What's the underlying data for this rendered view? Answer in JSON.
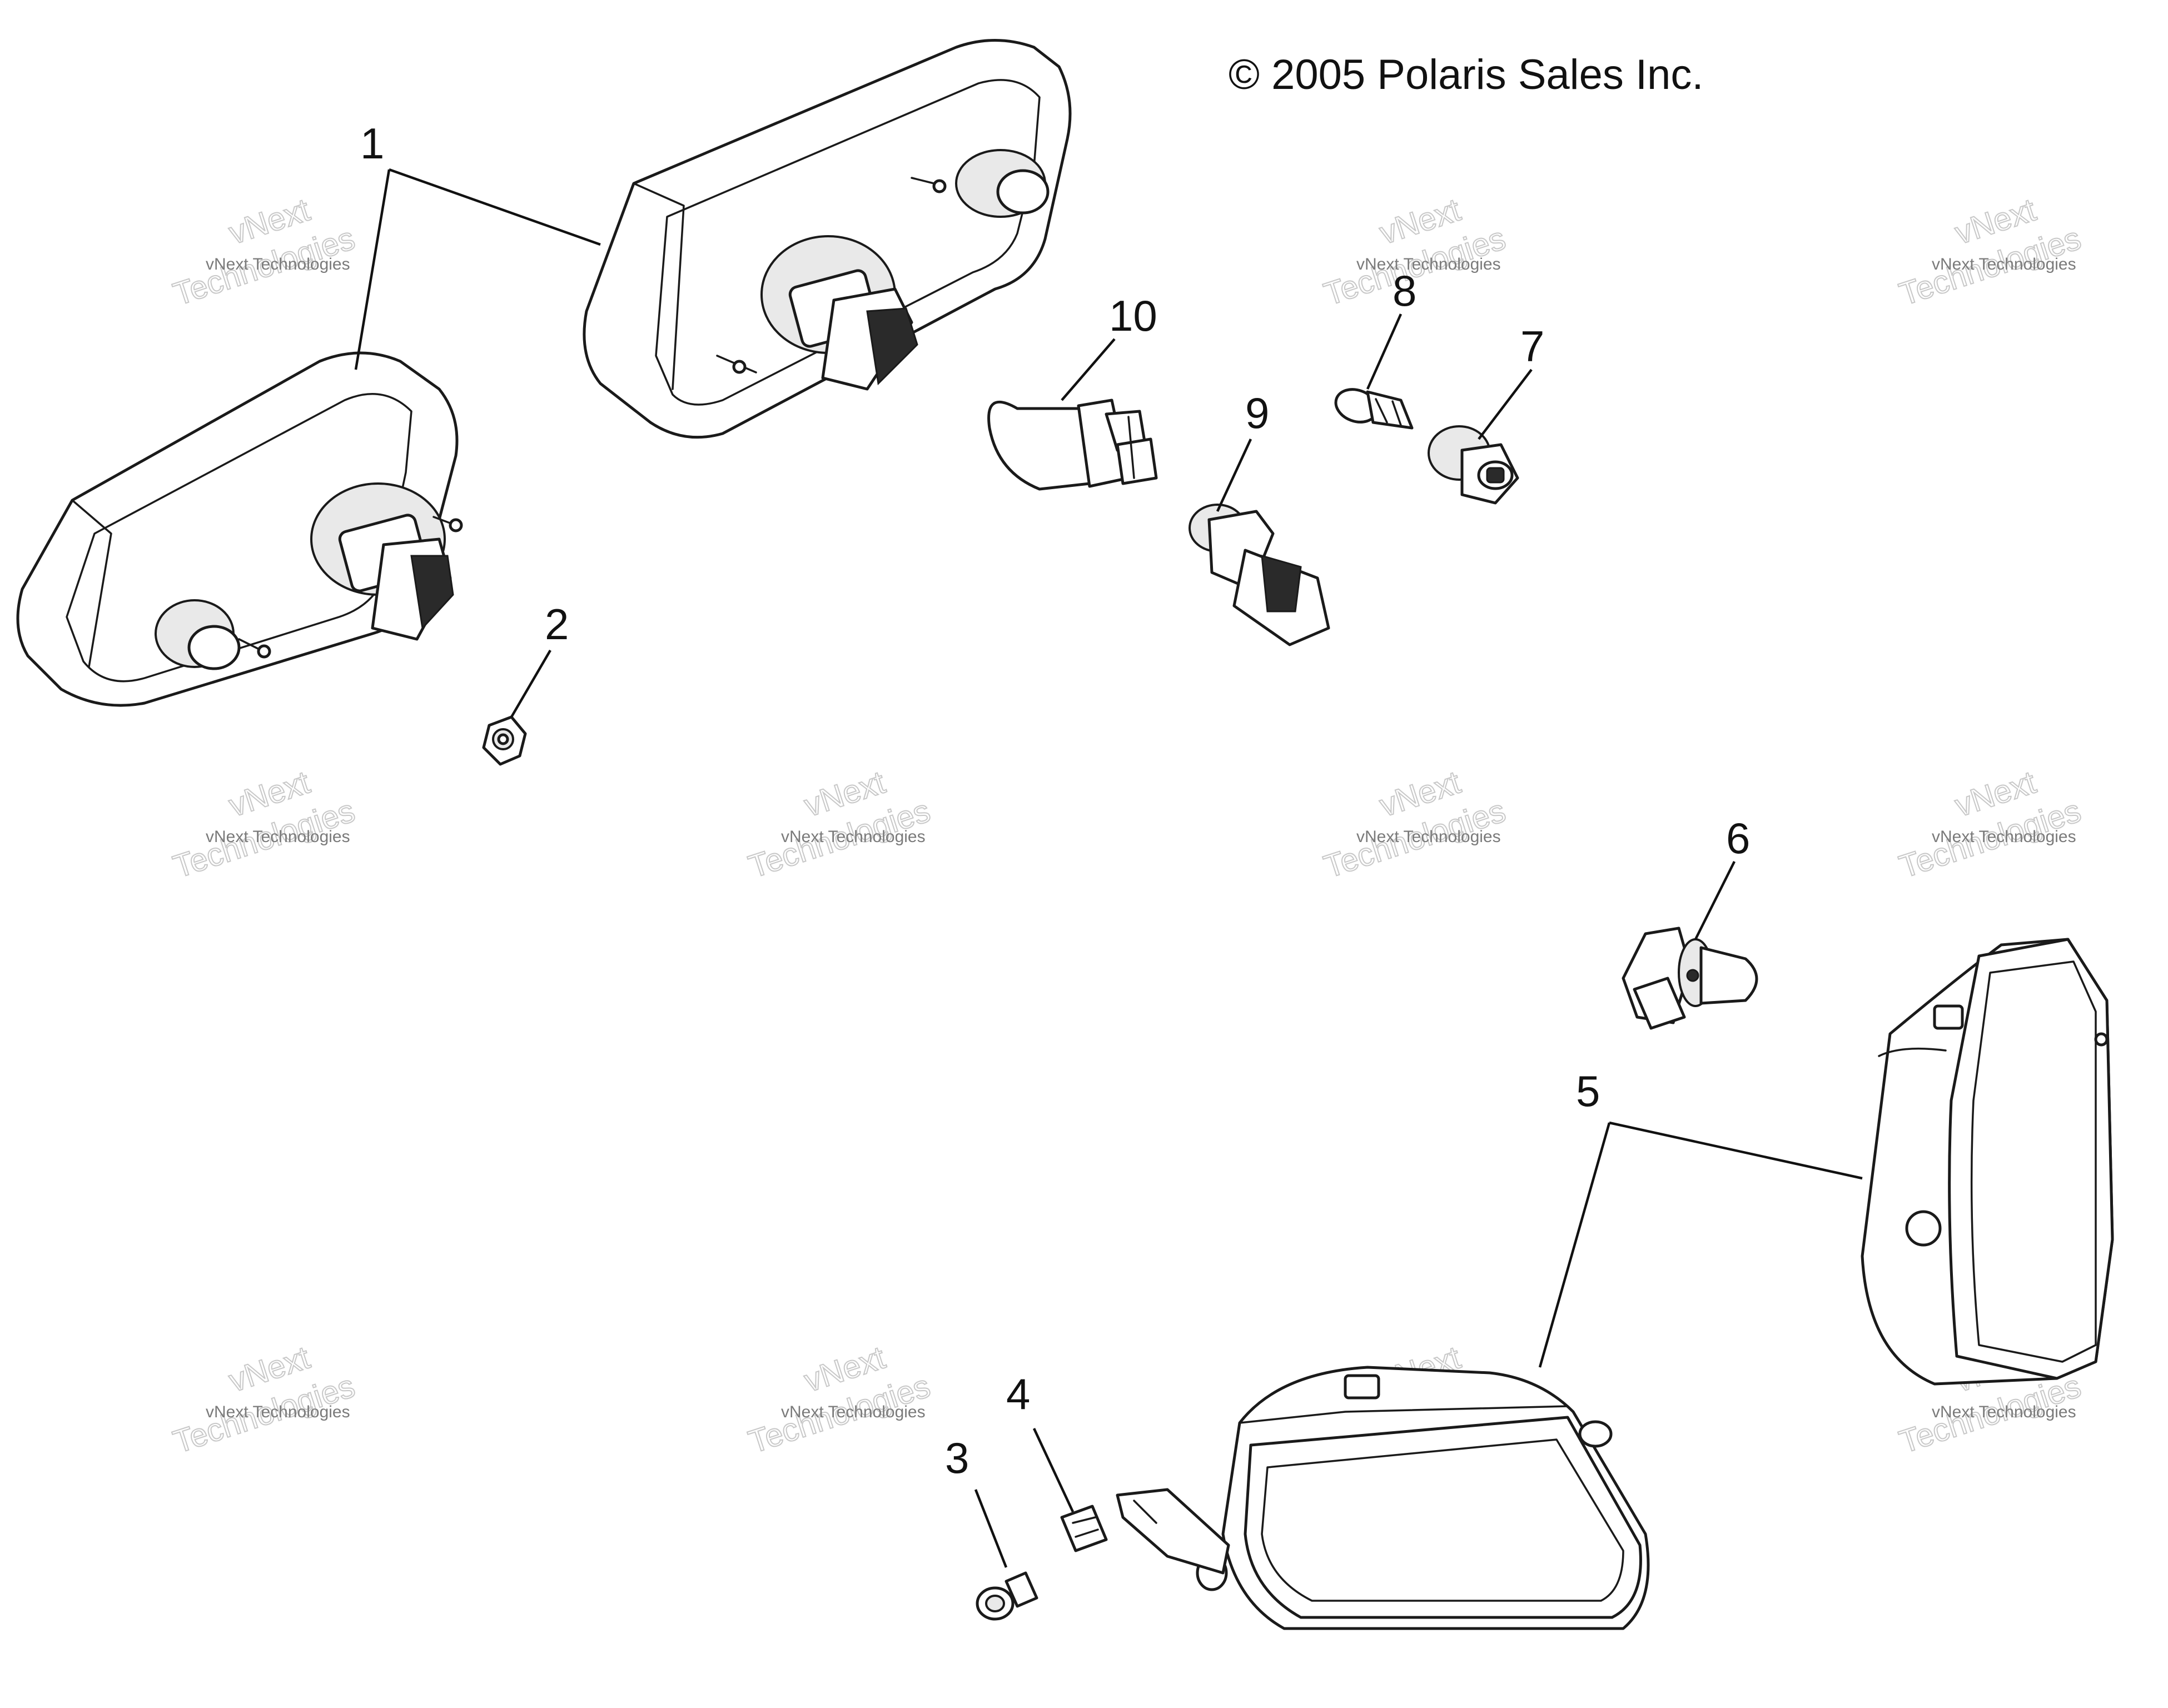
{
  "copyright": "© 2005 Polaris Sales Inc.",
  "watermark": {
    "line_small": "vNext Technologies",
    "line_big_1": "vNext",
    "line_big_2": "Technologies"
  },
  "callouts": {
    "c1": "1",
    "c2": "2",
    "c3": "3",
    "c4": "4",
    "c5": "5",
    "c6": "6",
    "c7": "7",
    "c8": "8",
    "c9": "9",
    "c10": "10"
  }
}
